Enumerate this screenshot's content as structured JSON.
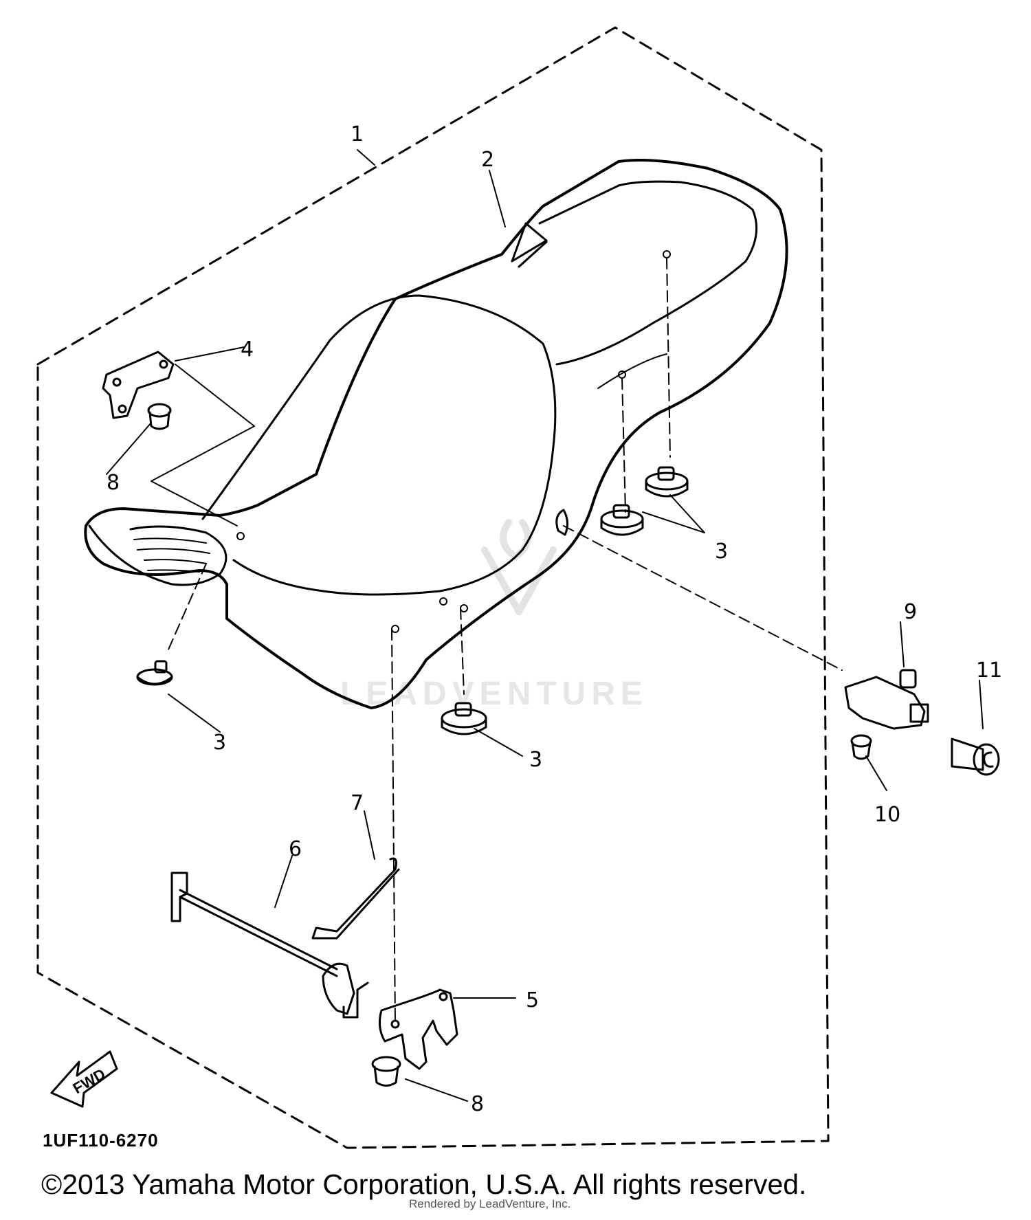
{
  "diagram": {
    "callouts": {
      "c1": "1",
      "c2": "2",
      "c3a": "3",
      "c3b": "3",
      "c3c": "3",
      "c3d": "3",
      "c4": "4",
      "c5": "5",
      "c6": "6",
      "c7": "7",
      "c8a": "8",
      "c8b": "8",
      "c9": "9",
      "c10": "10",
      "c11": "11"
    },
    "fwd_label": "FWD",
    "part_code": "1UF110-6270",
    "watermark": "LEADVENTURE"
  },
  "footer": {
    "copyright": "©2013 Yamaha Motor Corporation, U.S.A. All rights reserved.",
    "rendered_note": "Rendered by LeadVenture, Inc."
  }
}
